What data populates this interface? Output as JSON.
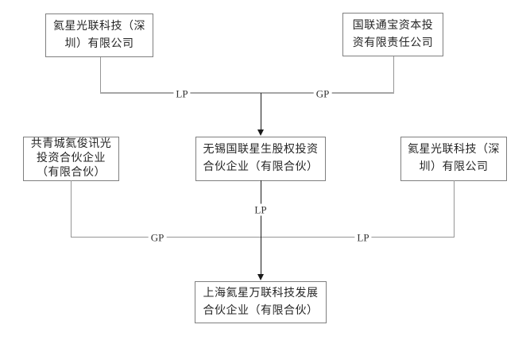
{
  "diagram": {
    "type": "ownership-structure",
    "nodes": {
      "top_left": {
        "label": "氦星光联科技（深圳）有限公司"
      },
      "top_right": {
        "label": "国联通宝资本投资有限责任公司"
      },
      "mid_left": {
        "label": "共青城氦俊讯光投资合伙企业（有限合伙）"
      },
      "mid_center": {
        "label": "无锡国联星生股权投资合伙企业（有限合伙）"
      },
      "mid_right": {
        "label": "氦星光联科技（深圳）有限公司"
      },
      "bottom": {
        "label": "上海氦星万联科技发展合伙企业（有限合伙）"
      }
    },
    "edges": {
      "top_left_lp": "LP",
      "top_right_gp": "GP",
      "center_lp": "LP",
      "bottom_left_gp": "GP",
      "bottom_right_lp": "LP"
    },
    "colors": {
      "background": "#ffffff",
      "box_border": "#7f7f7f",
      "connector_line": "#969696",
      "arrow": "#1a1a1a",
      "text": "#262626"
    }
  }
}
